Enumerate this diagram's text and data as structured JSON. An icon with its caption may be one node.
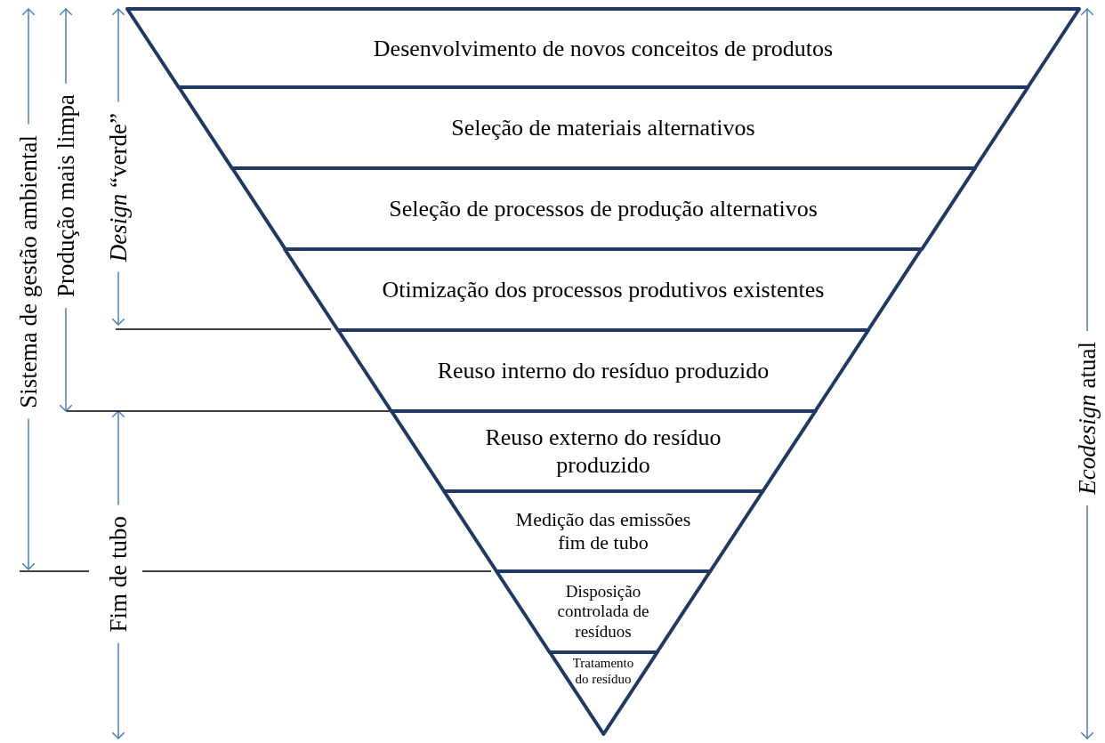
{
  "diagram": {
    "nodes": [
      {
        "text": [
          "Desenvolvimento de novos conceitos de produtos"
        ]
      },
      {
        "text": [
          "Seleção de materiais alternativos"
        ]
      },
      {
        "text": [
          "Seleção de processos de produção alternativos"
        ]
      },
      {
        "text": [
          "Otimização dos processos produtivos existentes"
        ]
      },
      {
        "text": [
          "Reuso interno do resíduo produzido"
        ]
      },
      {
        "text": [
          "Reuso externo do resíduo produzido"
        ]
      },
      {
        "text": [
          "Medição das emissões fim de tubo"
        ]
      },
      {
        "text": [
          "Disposição controlada de resíduos"
        ]
      },
      {
        "text": [
          "Tratamento do resíduo"
        ]
      }
    ],
    "edges": [],
    "labels": [
      "Sistema de gestão ambiental",
      "Produção mais limpa",
      "*Design* “verde”",
      "Fim de tubo",
      "*Ecodesign* atual"
    ]
  }
}
